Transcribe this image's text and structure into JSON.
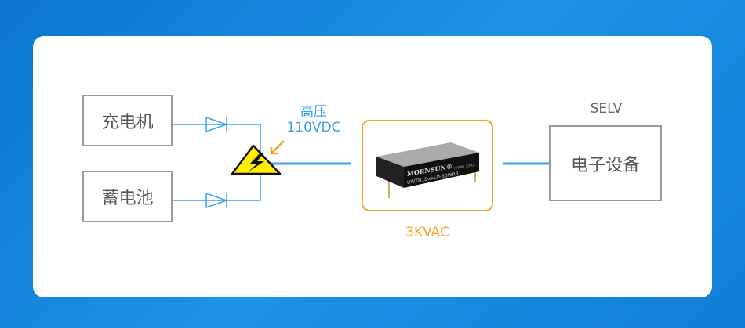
{
  "sources": [
    {
      "label": "充电机"
    },
    {
      "label": "蓄电池"
    }
  ],
  "high_voltage": {
    "line1": "高压",
    "line2": "110VDC"
  },
  "module": {
    "brand": "MORNSUN®",
    "model": "UWTH1DxxLD-30WR3",
    "code": "YYWW XXXX",
    "isolation": "3KVAC"
  },
  "load": {
    "label": "电子设备",
    "class": "SELV"
  },
  "colors": {
    "wire": "#3aa0f0",
    "accent": "#f5a623",
    "warning": "#ffee00"
  }
}
